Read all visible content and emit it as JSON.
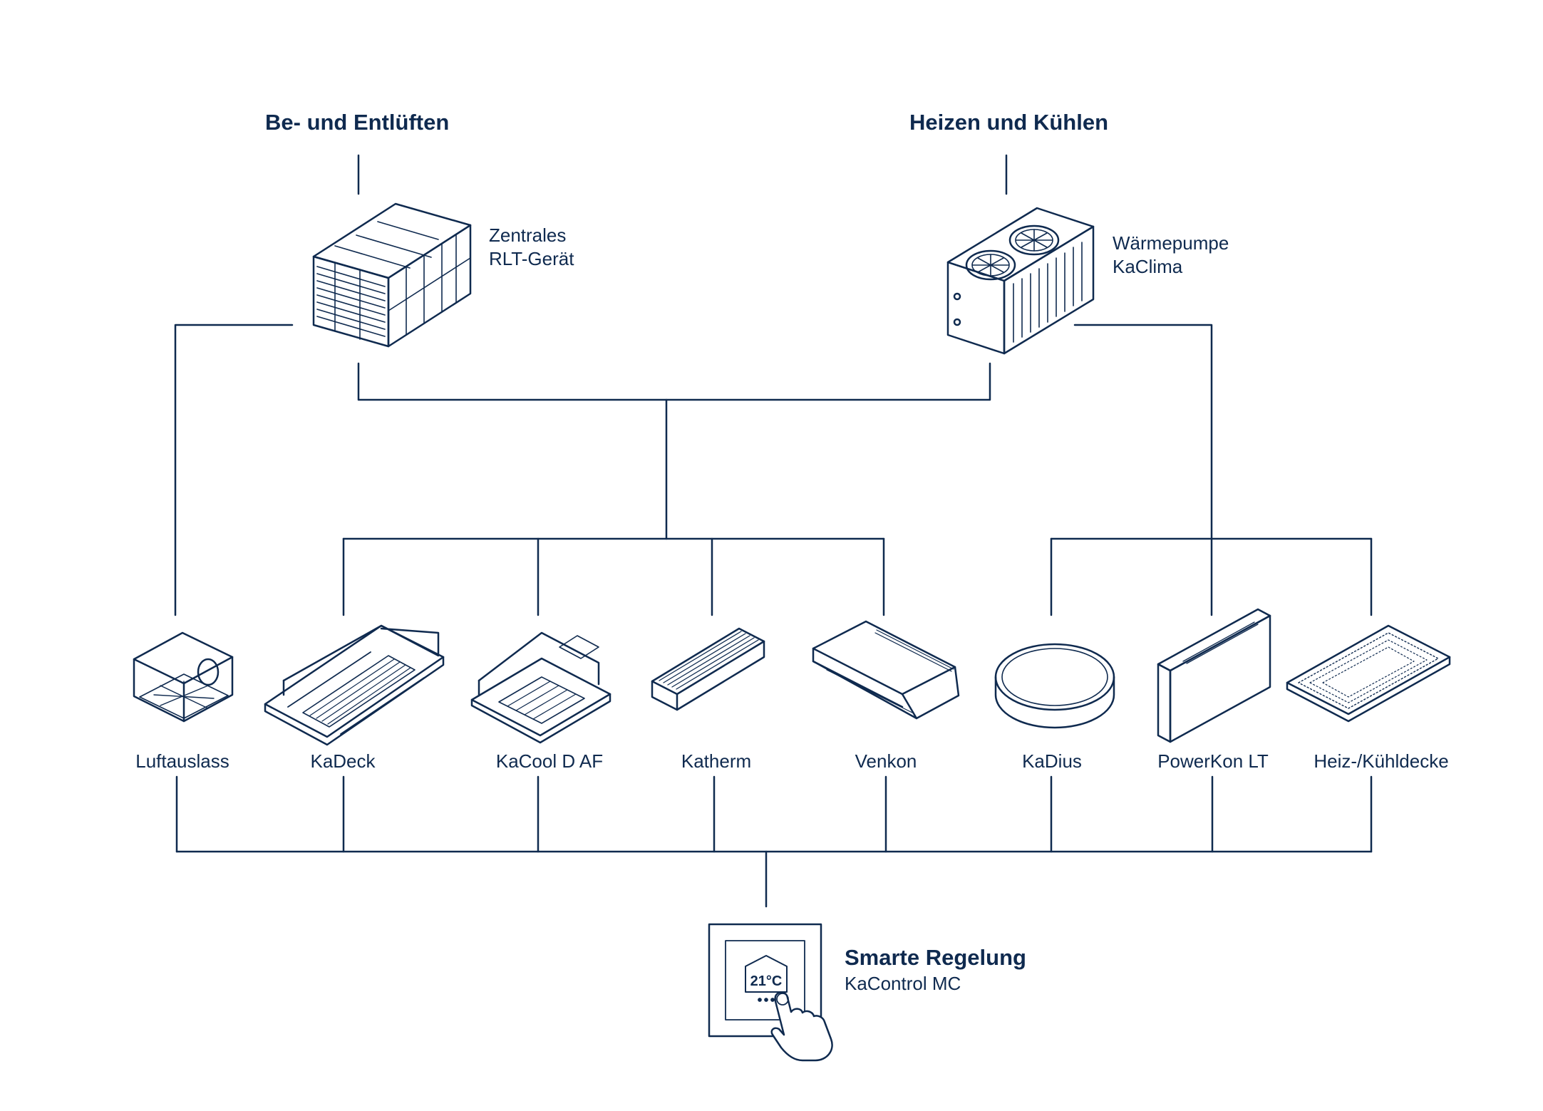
{
  "headings": {
    "ventilation": "Be- und Entlüften",
    "heating_cooling": "Heizen und Kühlen"
  },
  "sources": {
    "rlt": {
      "line1": "Zentrales",
      "line2": "RLT-Gerät",
      "icon": "air-handling-unit-icon"
    },
    "heatpump": {
      "line1": "Wärmepumpe",
      "line2": "KaClima",
      "icon": "heat-pump-icon"
    }
  },
  "products": [
    {
      "label": "Luftauslass",
      "icon": "air-outlet-icon"
    },
    {
      "label": "KaDeck",
      "icon": "ceiling-cassette-icon"
    },
    {
      "label": "KaCool D AF",
      "icon": "cassette-unit-icon"
    },
    {
      "label": "Katherm",
      "icon": "floor-convector-icon"
    },
    {
      "label": "Venkon",
      "icon": "fan-coil-icon"
    },
    {
      "label": "KaDius",
      "icon": "round-panel-icon"
    },
    {
      "label": "PowerKon LT",
      "icon": "wall-heater-icon"
    },
    {
      "label": "Heiz-/Kühldecke",
      "icon": "ceiling-panel-icon"
    }
  ],
  "control": {
    "title": "Smarte Regelung",
    "subtitle": "KaControl MC",
    "display": "21°C",
    "icon": "smart-thermostat-icon"
  },
  "colors": {
    "line": "#0f2a4f",
    "text": "#0f2a4f",
    "background": "#ffffff"
  }
}
